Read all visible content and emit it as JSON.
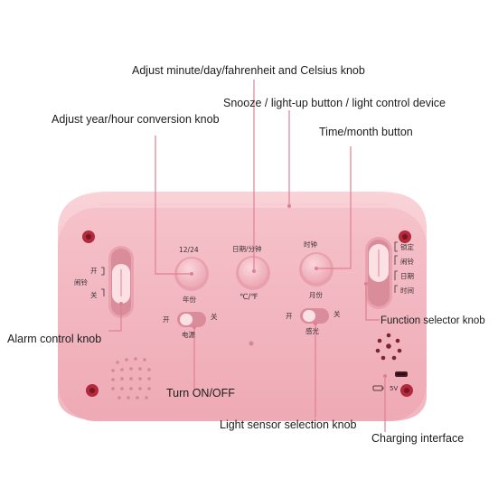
{
  "callouts": {
    "minute_knob": "Adjust minute/day/fahrenheit and Celsius knob",
    "snooze_button": "Snooze / light-up button / light control device",
    "year_hour_knob": "Adjust year/hour conversion knob",
    "time_month_button": "Time/month button",
    "alarm_control_knob": "Alarm control knob",
    "function_selector_knob": "Function selector knob",
    "turn_on_off": "Turn ON/OFF",
    "light_sensor_knob": "Light sensor selection knob",
    "charging_interface": "Charging interface"
  },
  "device_labels": {
    "button_1_top": "12/24",
    "button_1_bottom": "年份",
    "button_2_top": "日期/分钟",
    "button_2_bottom": "℃/℉",
    "button_3_top": "时钟",
    "button_3_bottom": "月份",
    "power_on": "开",
    "power_off": "关",
    "power_label": "电源",
    "light_on": "开",
    "light_off": "关",
    "light_label": "感光",
    "alarm_on": "开",
    "alarm_bell": "闹铃",
    "alarm_off": "关",
    "func_lock": "锁定",
    "func_alarm": "闹铃",
    "func_date": "日期",
    "func_time": "时间",
    "charge_5v": "5V"
  },
  "colors": {
    "body_pink": "#f3b7c0",
    "line_pink": "#e07f91"
  }
}
